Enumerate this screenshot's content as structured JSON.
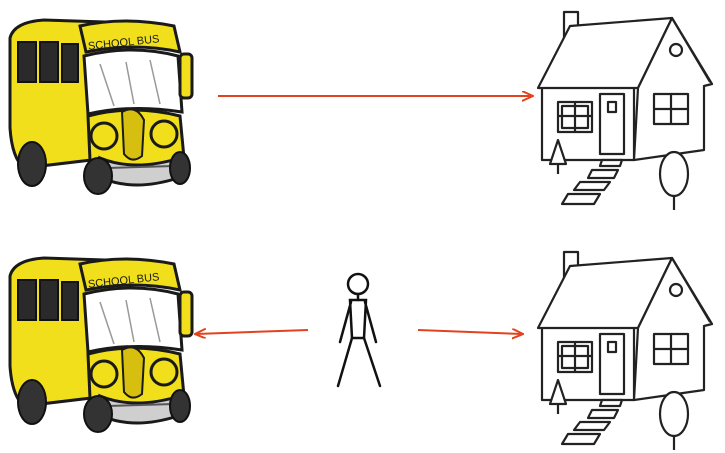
{
  "colors": {
    "bus_body": "#f2df1c",
    "bus_shade": "#d7bf10",
    "bus_outline": "#1a1a1a",
    "arrow": "#e2431f",
    "house_outline": "#222222"
  },
  "rows": [
    {
      "bus": {
        "label": "SCHOOL BUS",
        "icon": "school-bus-icon"
      },
      "house": {
        "icon": "house-icon"
      },
      "arrows": [
        {
          "direction": "bus-to-house"
        }
      ]
    },
    {
      "bus": {
        "label": "SCHOOL BUS",
        "icon": "school-bus-icon"
      },
      "person": {
        "icon": "stick-figure-icon"
      },
      "house": {
        "icon": "house-icon"
      },
      "arrows": [
        {
          "direction": "person-to-bus"
        },
        {
          "direction": "person-to-house"
        }
      ]
    }
  ]
}
